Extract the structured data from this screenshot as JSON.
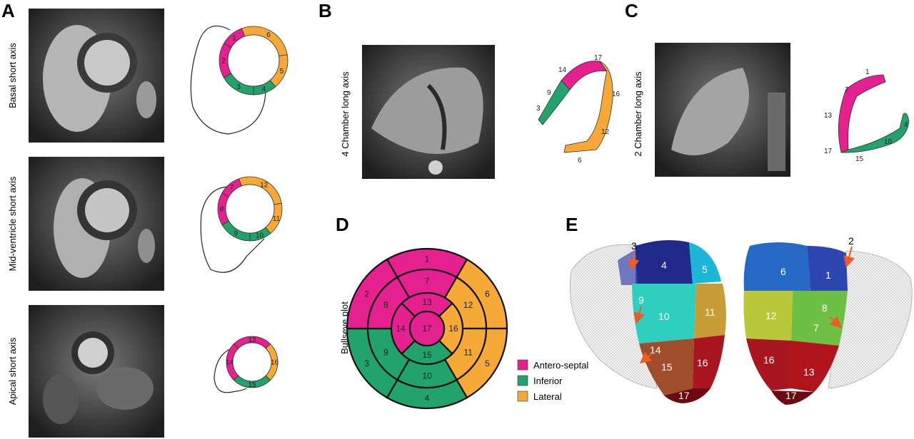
{
  "panels": {
    "A": {
      "letter": "A",
      "rows": [
        {
          "label": "Basal short axis",
          "segments": [
            "1",
            "2",
            "3",
            "4",
            "5",
            "6"
          ]
        },
        {
          "label": "Mid-ventricle short axis",
          "segments": [
            "7",
            "8",
            "9",
            "10",
            "11",
            "12"
          ]
        },
        {
          "label": "Apical short axis",
          "segments": [
            "13",
            "14",
            "15",
            "16"
          ]
        }
      ]
    },
    "B": {
      "letter": "B",
      "label": "4 Chamber long axis",
      "segments": [
        "14",
        "17",
        "9",
        "3",
        "16",
        "12",
        "6"
      ]
    },
    "C": {
      "letter": "C",
      "label": "2 Chamber long axis",
      "segments": [
        "1",
        "7",
        "13",
        "17",
        "15",
        "10",
        "4"
      ]
    },
    "D": {
      "letter": "D",
      "label": "Bullseye plot",
      "segments": [
        "1",
        "2",
        "3",
        "4",
        "5",
        "6",
        "7",
        "8",
        "9",
        "10",
        "11",
        "12",
        "13",
        "14",
        "15",
        "16",
        "17"
      ]
    },
    "E": {
      "letter": "E",
      "left_heart": [
        "4",
        "5",
        "9",
        "10",
        "11",
        "14",
        "15",
        "16",
        "17"
      ],
      "right_heart": [
        "6",
        "1",
        "12",
        "8",
        "7",
        "16",
        "13",
        "17"
      ],
      "arrow_labels": [
        "3",
        "2"
      ]
    }
  },
  "legend": [
    {
      "label": "Antero-septal",
      "color": "#e5208f"
    },
    {
      "label": "Inferior",
      "color": "#21a36b"
    },
    {
      "label": "Lateral",
      "color": "#f6a936"
    }
  ],
  "colors": {
    "antero_septal": "#e5208f",
    "inferior": "#21a36b",
    "lateral": "#f6a936"
  }
}
